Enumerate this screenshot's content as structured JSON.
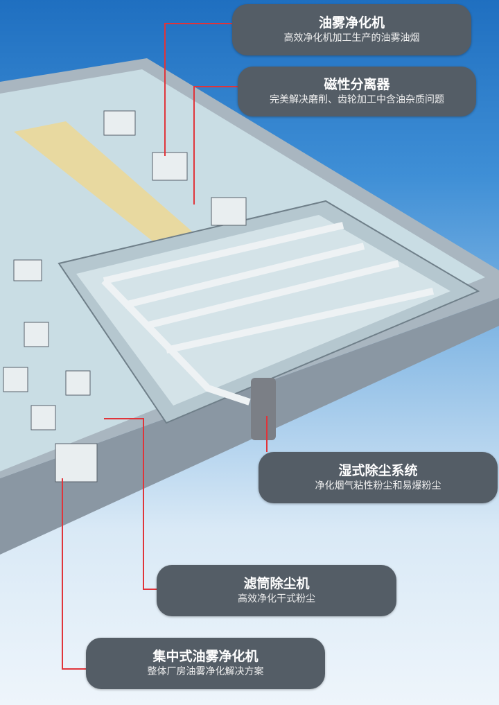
{
  "callouts": [
    {
      "title": "油雾净化机",
      "subtitle": "高效净化机加工生产的油雾油烟"
    },
    {
      "title": "磁性分离器",
      "subtitle": "完美解决磨削、齿轮加工中含油杂质问题"
    },
    {
      "title": "湿式除尘系统",
      "subtitle": "净化烟气粘性粉尘和易爆粉尘"
    },
    {
      "title": "滤筒除尘机",
      "subtitle": "高效净化干式粉尘"
    },
    {
      "title": "集中式油雾净化机",
      "subtitle": "整体厂房油雾净化解决方案"
    }
  ],
  "colors": {
    "callout_bg": "#545d66",
    "leader_line": "#e0343a",
    "floor": "#c9dde4"
  }
}
